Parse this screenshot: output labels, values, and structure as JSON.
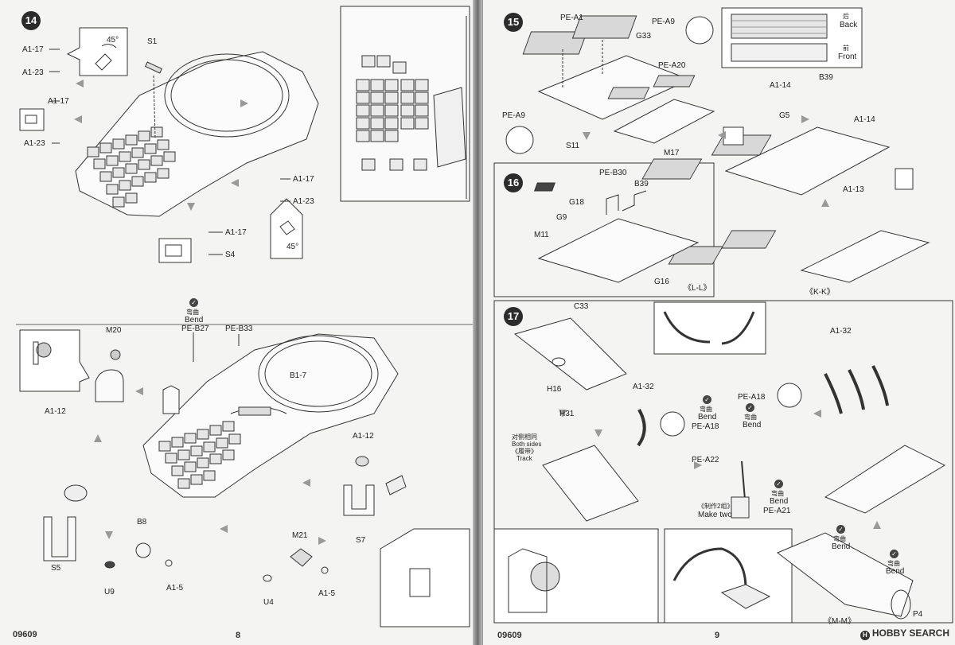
{
  "left_page": {
    "step14": {
      "badge": "14",
      "labels": {
        "s1": "S1",
        "a117_a": "A1-17",
        "a123_a": "A1-23",
        "a117_b": "A1-17",
        "a123_b": "A1-23",
        "a117_c": "A1-17",
        "a123_c": "A1-23",
        "a117_d": "A1-17",
        "s4": "S4",
        "angle_top": "45°",
        "angle_bottom": "45°"
      }
    },
    "lower": {
      "bend_zh": "弯曲",
      "bend_en": "Bend",
      "labels": {
        "m20": "M20",
        "pe_b27": "PE-B27",
        "pe_b33": "PE-B33",
        "b1_7": "B1-7",
        "a1_12_a": "A1-12",
        "a1_12_b": "A1-12",
        "s7": "S7",
        "s5": "S5",
        "b8": "B8",
        "u9": "U9",
        "a1_5_a": "A1-5",
        "m21": "M21",
        "u4": "U4",
        "a1_5_b": "A1-5"
      }
    },
    "footer_code": "09609",
    "page_number": "8"
  },
  "right_page": {
    "step15": {
      "badge": "15",
      "labels": {
        "pe_a1": "PE-A1",
        "pe_a9_a": "PE-A9",
        "g33": "G33",
        "pe_a20": "PE-A20",
        "pe_a9_b": "PE-A9",
        "s11": "S11",
        "m17": "M17"
      }
    },
    "inset": {
      "back_zh": "后",
      "back_en": "Back",
      "front_zh": "前",
      "front_en": "Front"
    },
    "kk_assembly": {
      "labels": {
        "a1_14_a": "A1-14",
        "b39": "B39",
        "g5": "G5",
        "a1_14_b": "A1-14",
        "a1_13": "A1-13",
        "view": "《K-K》"
      }
    },
    "step16": {
      "badge": "16",
      "labels": {
        "pe_b30": "PE-B30",
        "b39": "B39",
        "g18": "G18",
        "g9": "G9",
        "m11": "M11",
        "g16": "G16",
        "view": "《L-L》"
      }
    },
    "step17": {
      "badge": "17",
      "bend_zh": "弯曲",
      "bend_en": "Bend",
      "labels": {
        "c33": "C33",
        "h16": "H16",
        "a1_32_a": "A1-32",
        "h31": "H31",
        "track_zh_1": "对侧相同",
        "track_en_1": "Both sides",
        "track_zh_2": "《履带》",
        "track_en_2": "Track",
        "pe_a18_a": "PE-A18",
        "pe_a18_b": "PE-A18",
        "a1_32_b": "A1-32",
        "pe_a22": "PE-A22",
        "make_two_zh": "《制作2组》",
        "make_two_en": "Make two",
        "pe_a21": "PE-A21",
        "p4": "P4",
        "view": "《M-M》"
      }
    },
    "footer_code": "09609",
    "page_number": "9",
    "watermark": "HOBBY SEARCH"
  }
}
